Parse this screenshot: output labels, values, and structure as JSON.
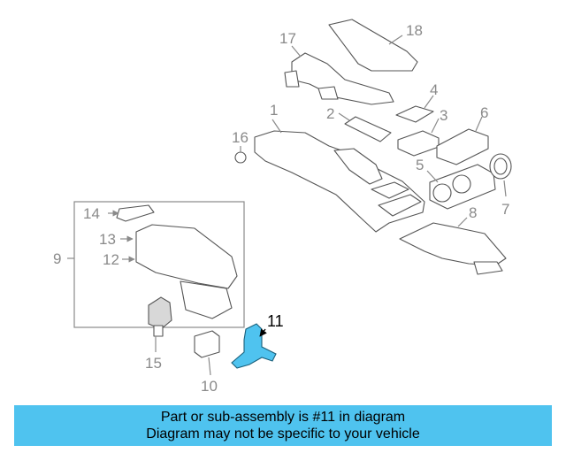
{
  "diagram": {
    "highlight_color": "#4fc3ef",
    "callouts": {
      "c1": "1",
      "c2": "2",
      "c3": "3",
      "c4": "4",
      "c5": "5",
      "c6": "6",
      "c7": "7",
      "c8": "8",
      "c9": "9",
      "c10": "10",
      "c11": "11",
      "c12": "12",
      "c13": "13",
      "c14": "14",
      "c15": "15",
      "c16": "16",
      "c17": "17",
      "c18": "18"
    }
  },
  "banner": {
    "line1": "Part or sub-assembly is #11 in diagram",
    "line2": "Diagram may not be specific to your vehicle",
    "color": "#4fc3ef"
  }
}
